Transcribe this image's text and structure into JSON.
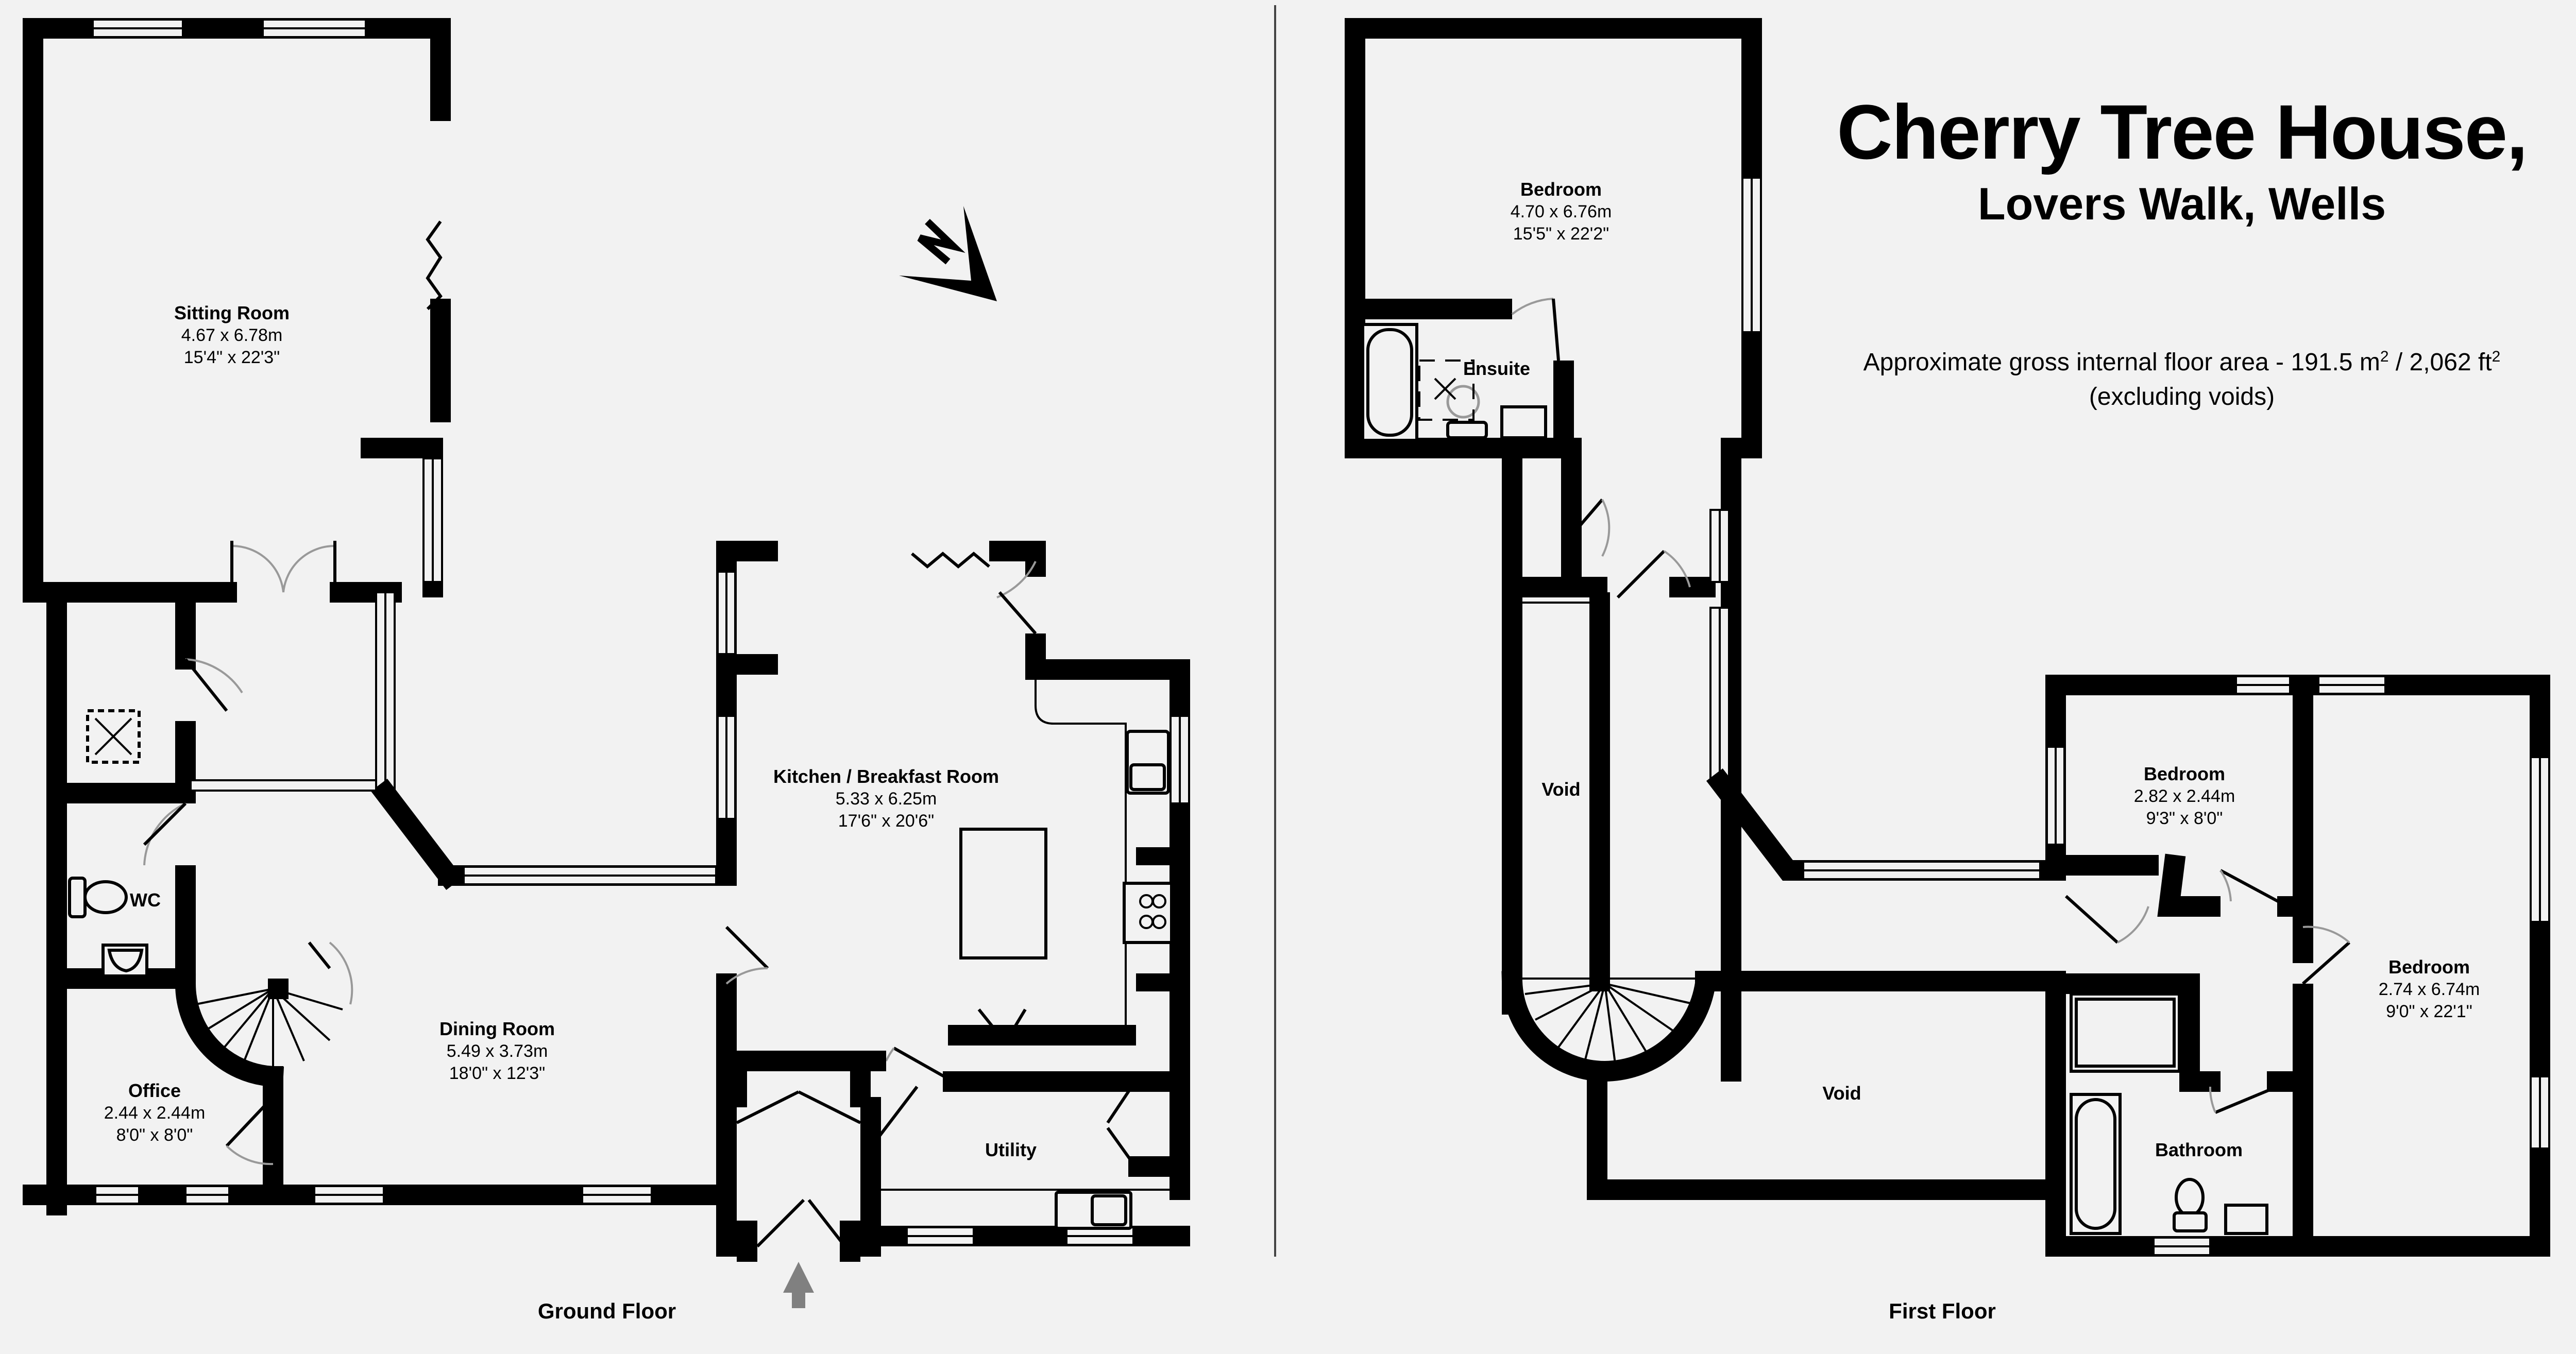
{
  "header": {
    "title": "Cherry Tree House,",
    "subtitle": "Lovers Walk, Wells",
    "area_prefix": "Approximate gross internal floor area  -  191.5 m",
    "area_sq1": "2",
    "area_mid": " /  2,062 ft",
    "area_sq2": "2",
    "area_note": "(excluding voids)"
  },
  "colors": {
    "background": "#f2f2f2",
    "walls": "#000000",
    "entrance_arrow": "#808080",
    "door_swing": "#999999"
  },
  "compass": {
    "icon": "north-arrow-icon",
    "label": "N"
  },
  "ground_floor": {
    "label": "Ground Floor",
    "rooms": [
      {
        "name": "Sitting Room",
        "metric": "4.67 x 6.78m",
        "imperial": "15'4\" x 22'3\""
      },
      {
        "name": "Kitchen / Breakfast Room",
        "metric": "5.33 x 6.25m",
        "imperial": "17'6\" x 20'6\""
      },
      {
        "name": "Dining Room",
        "metric": "5.49 x 3.73m",
        "imperial": "18'0\" x 12'3\""
      },
      {
        "name": "WC"
      },
      {
        "name": "Office",
        "metric": "2.44 x 2.44m",
        "imperial": "8'0\" x 8'0\""
      },
      {
        "name": "Utility"
      }
    ],
    "entrance_icon": "entrance-arrow-icon"
  },
  "first_floor": {
    "label": "First Floor",
    "rooms": [
      {
        "name": "Bedroom",
        "metric": "4.70 x 6.76m",
        "imperial": "15'5\" x 22'2\""
      },
      {
        "name": "Ensuite"
      },
      {
        "name": "Void"
      },
      {
        "name": "Void"
      },
      {
        "name": "Bedroom",
        "metric": "2.82 x 2.44m",
        "imperial": "9'3\" x 8'0\""
      },
      {
        "name": "Bedroom",
        "metric": "2.74 x 6.74m",
        "imperial": "9'0\" x 22'1\""
      },
      {
        "name": "Bathroom"
      }
    ]
  }
}
